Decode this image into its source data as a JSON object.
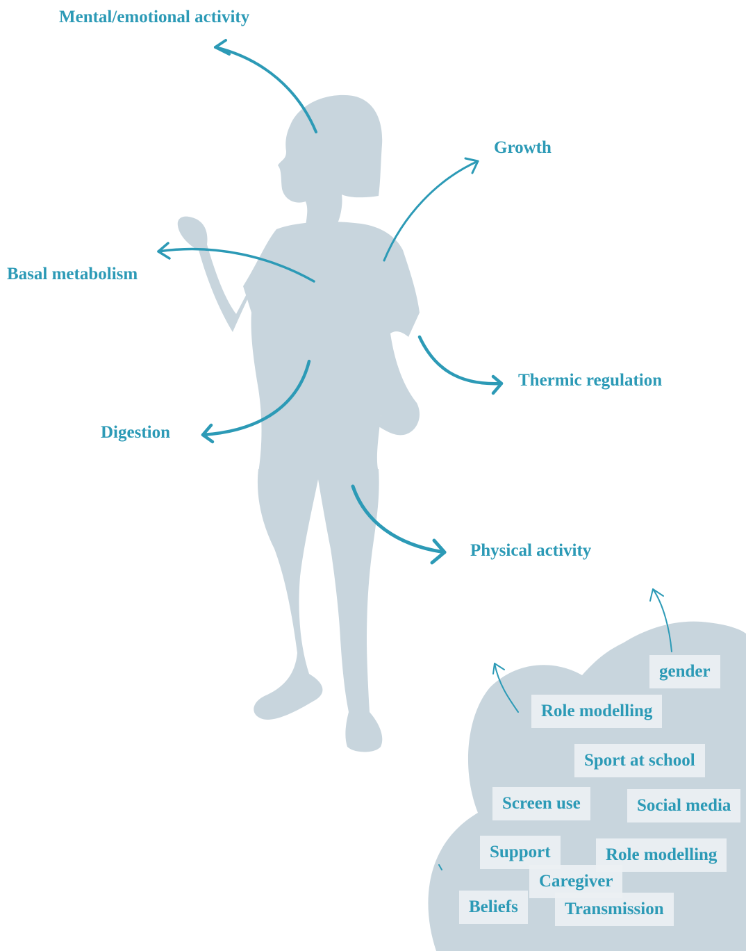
{
  "colors": {
    "accent": "#2c9ab6",
    "silhouette": "#c8d5dd",
    "cloud": "#c8d5dd",
    "tag_background": "#eef1f4"
  },
  "energy_uses": [
    {
      "id": "mental",
      "label": "Mental/emotional activity"
    },
    {
      "id": "growth",
      "label": "Growth"
    },
    {
      "id": "basal",
      "label": "Basal metabolism"
    },
    {
      "id": "thermic",
      "label": "Thermic regulation"
    },
    {
      "id": "digestion",
      "label": "Digestion"
    },
    {
      "id": "physical",
      "label": "Physical activity"
    }
  ],
  "influences": [
    {
      "id": "gender",
      "label": "gender"
    },
    {
      "id": "role1",
      "label": "Role modelling"
    },
    {
      "id": "sport",
      "label": "Sport at school"
    },
    {
      "id": "screen",
      "label": "Screen use"
    },
    {
      "id": "social",
      "label": "Social media"
    },
    {
      "id": "support",
      "label": "Support"
    },
    {
      "id": "role2",
      "label": "Role modelling"
    },
    {
      "id": "caregiver",
      "label": "Caregiver"
    },
    {
      "id": "beliefs",
      "label": "Beliefs"
    },
    {
      "id": "transmission",
      "label": "Transmission"
    }
  ]
}
